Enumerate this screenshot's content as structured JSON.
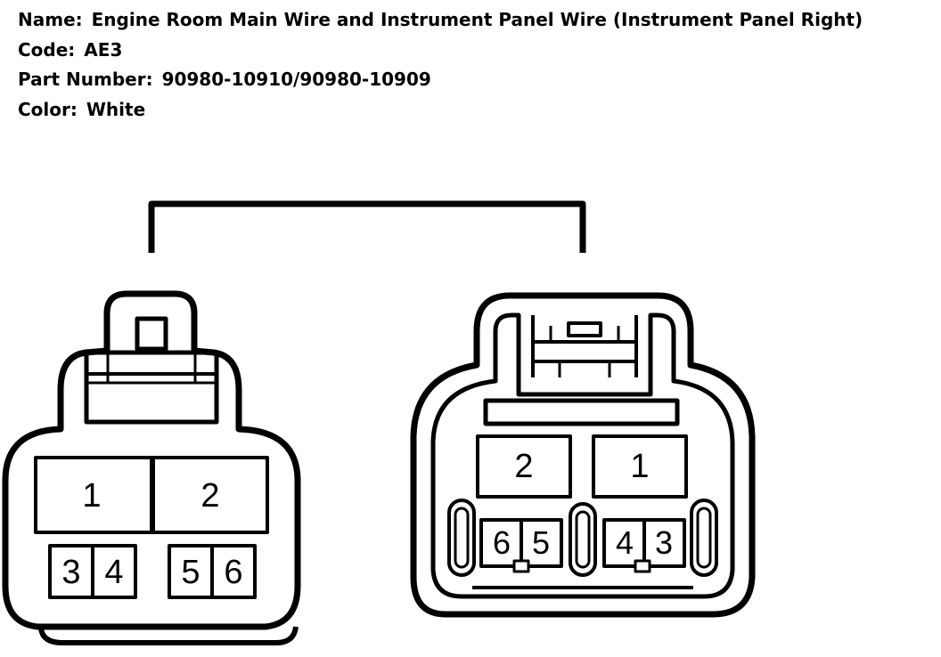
{
  "info": {
    "name_label": "Name:",
    "name_value": "Engine Room Main Wire and Instrument Panel Wire (Instrument Panel Right)",
    "code_label": "Code:",
    "code_value": "AE3",
    "part_label": "Part Number:",
    "part_value": "90980-10910/90980-10909",
    "color_label": "Color:",
    "color_value": "White"
  },
  "left_connector": {
    "pins": [
      "1",
      "2",
      "3",
      "4",
      "5",
      "6"
    ]
  },
  "right_connector": {
    "pins": [
      "2",
      "1",
      "6",
      "5",
      "4",
      "3"
    ]
  }
}
